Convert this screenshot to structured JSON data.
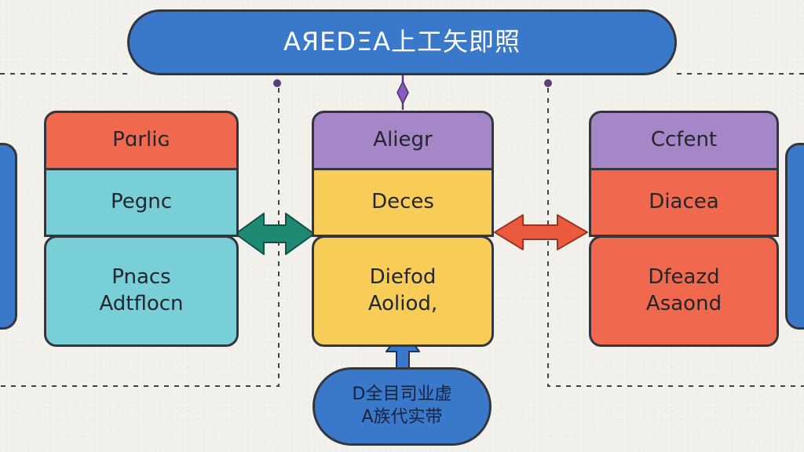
{
  "title": "AЯEDΞA上工矢即照",
  "colors": {
    "blue": "#3a79c9",
    "coral": "#f0694e",
    "teal": "#78cfd8",
    "purple": "#a586c6",
    "yellow": "#f7cc57",
    "green_arrow": "#1e8a74",
    "red_arrow": "#ec5a3e",
    "outline": "#33363d"
  },
  "columns": [
    {
      "header": "Pɑrliɢ",
      "middle": "Pegnc",
      "bottom": "Pnacs\nAdtflocn"
    },
    {
      "header": "Aliegr",
      "middle": "Deces",
      "bottom": "Diefod\nAoliod,"
    },
    {
      "header": "Ccfent",
      "middle": "Diacea",
      "bottom": "Dfeazd\nAsaond"
    }
  ],
  "bottom_node": {
    "label": "D全目司业虚\nA族代实带"
  }
}
